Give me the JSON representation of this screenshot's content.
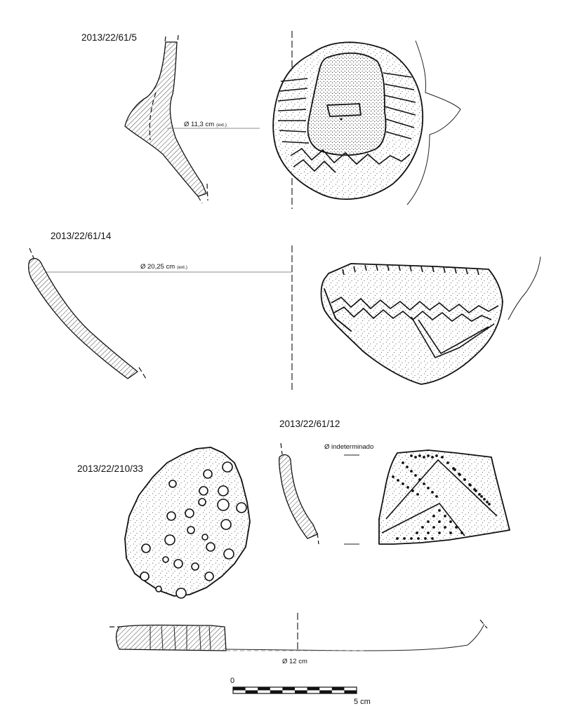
{
  "specimens": [
    {
      "id": "2013/22/61/5",
      "diameter": "Ø 11,3 cm",
      "diameter_note": "(ext.)"
    },
    {
      "id": "2013/22/61/14",
      "diameter": "Ø 20,25 cm",
      "diameter_note": "(ext.)"
    },
    {
      "id": "2013/22/61/12",
      "diameter": "Ø indeterminado",
      "diameter_note": ""
    },
    {
      "id": "2013/22/210/33",
      "diameter": "Ø 12 cm",
      "diameter_note": ""
    }
  ],
  "scale_bar": {
    "start": "0",
    "end": "5 cm"
  }
}
